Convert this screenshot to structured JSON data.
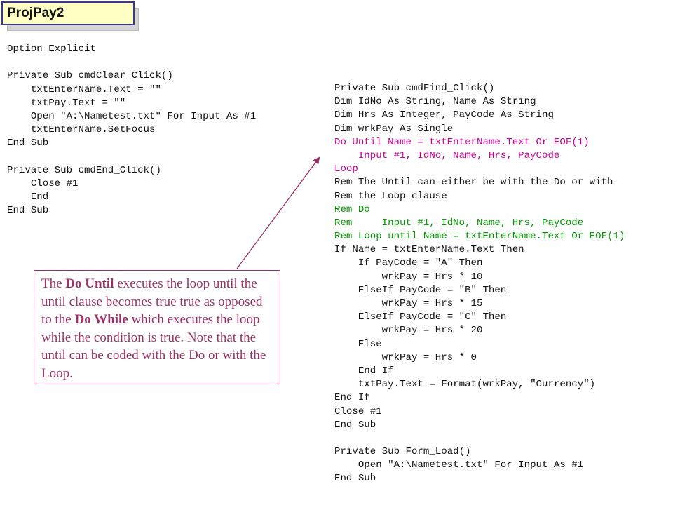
{
  "title": "ProjPay2",
  "colors": {
    "title_bg": "#ffffc4",
    "title_border": "#3a3a8a",
    "callout": "#993366",
    "code_magenta": "#cc0099",
    "code_green": "#009900"
  },
  "left_code": [
    {
      "t": "Option Explicit",
      "c": "default"
    },
    {
      "t": "",
      "c": "default"
    },
    {
      "t": "Private Sub cmdClear_Click()",
      "c": "default"
    },
    {
      "t": "    txtEnterName.Text = \"\"",
      "c": "default"
    },
    {
      "t": "    txtPay.Text = \"\"",
      "c": "default"
    },
    {
      "t": "    Open \"A:\\Nametest.txt\" For Input As #1",
      "c": "default"
    },
    {
      "t": "    txtEnterName.SetFocus",
      "c": "default"
    },
    {
      "t": "End Sub",
      "c": "default"
    },
    {
      "t": "",
      "c": "default"
    },
    {
      "t": "Private Sub cmdEnd_Click()",
      "c": "default"
    },
    {
      "t": "    Close #1",
      "c": "default"
    },
    {
      "t": "    End",
      "c": "default"
    },
    {
      "t": "End Sub",
      "c": "default"
    }
  ],
  "right_code": [
    {
      "t": "Private Sub cmdFind_Click()",
      "c": "default"
    },
    {
      "t": "Dim IdNo As String, Name As String",
      "c": "default"
    },
    {
      "t": "Dim Hrs As Integer, PayCode As String",
      "c": "default"
    },
    {
      "t": "Dim wrkPay As Single",
      "c": "default"
    },
    {
      "t": "Do Until Name = txtEnterName.Text Or EOF(1)",
      "c": "magenta"
    },
    {
      "t": "    Input #1, IdNo, Name, Hrs, PayCode",
      "c": "magenta"
    },
    {
      "t": "Loop",
      "c": "magenta"
    },
    {
      "t": "Rem The Until can either be with the Do or with",
      "c": "default"
    },
    {
      "t": "Rem the Loop clause",
      "c": "default"
    },
    {
      "t": "Rem Do",
      "c": "green"
    },
    {
      "t": "Rem     Input #1, IdNo, Name, Hrs, PayCode",
      "c": "green"
    },
    {
      "t": "Rem Loop until Name = txtEnterName.Text Or EOF(1)",
      "c": "green"
    },
    {
      "t": "If Name = txtEnterName.Text Then",
      "c": "default"
    },
    {
      "t": "    If PayCode = \"A\" Then",
      "c": "default"
    },
    {
      "t": "        wrkPay = Hrs * 10",
      "c": "default"
    },
    {
      "t": "    ElseIf PayCode = \"B\" Then",
      "c": "default"
    },
    {
      "t": "        wrkPay = Hrs * 15",
      "c": "default"
    },
    {
      "t": "    ElseIf PayCode = \"C\" Then",
      "c": "default"
    },
    {
      "t": "        wrkPay = Hrs * 20",
      "c": "default"
    },
    {
      "t": "    Else",
      "c": "default"
    },
    {
      "t": "        wrkPay = Hrs * 0",
      "c": "default"
    },
    {
      "t": "    End If",
      "c": "default"
    },
    {
      "t": "    txtPay.Text = Format(wrkPay, \"Currency\")",
      "c": "default"
    },
    {
      "t": "End If",
      "c": "default"
    },
    {
      "t": "Close #1",
      "c": "default"
    },
    {
      "t": "End Sub",
      "c": "default"
    },
    {
      "t": "",
      "c": "default"
    },
    {
      "t": "Private Sub Form_Load()",
      "c": "default"
    },
    {
      "t": "    Open \"A:\\Nametest.txt\" For Input As #1",
      "c": "default"
    },
    {
      "t": "End Sub",
      "c": "default"
    }
  ],
  "note": {
    "p1": "The ",
    "b1": "Do Until",
    "p2": " executes the loop until the until clause becomes true true as opposed to the ",
    "b2": "Do While",
    "p3": " which executes the loop while the condition is true.  Note that the until can be coded with the Do or with the Loop."
  }
}
